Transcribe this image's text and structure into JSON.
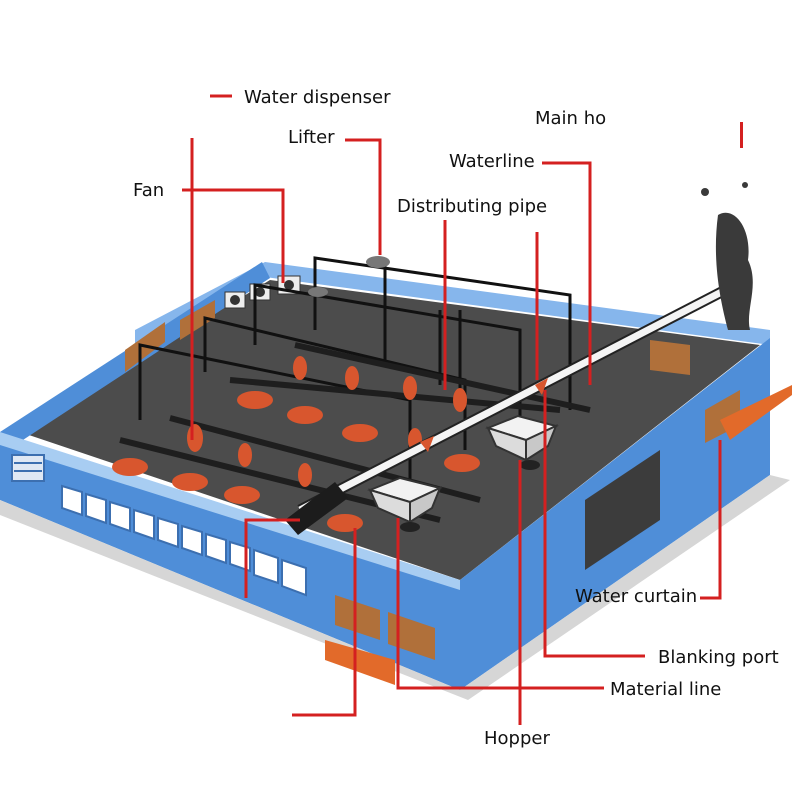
{
  "labels": {
    "water_dispenser": "Water dispenser",
    "main_house": "Main ho",
    "lifter": "Lifter",
    "fan": "Fan",
    "waterline": "Waterline",
    "distributing_pipe": "Distributing pipe",
    "water_curtain": "Water curtain",
    "blanking_port": "Blanking port",
    "material_line": "Material line",
    "hopper": "Hopper"
  },
  "colors": {
    "leader": "#d42020",
    "wall": "#4f8ed8",
    "wall_light": "#86b6ec",
    "floor": "#4c4c4c",
    "feeder": "#d8562e",
    "fan_panel": "#b0703a",
    "pipe": "#111111",
    "material_line": "#f4f4f4"
  },
  "icons": [
    "fan-icon",
    "feeder-pan-icon",
    "hopper-icon",
    "water-curtain-panel-icon"
  ]
}
